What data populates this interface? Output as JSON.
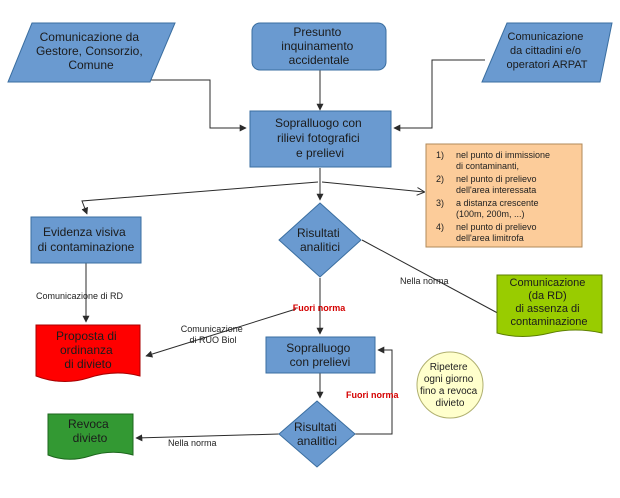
{
  "nodes": {
    "source_manager": [
      "Comunicazione da",
      "Gestore, Consorzio,",
      "Comune"
    ],
    "presumed_pollution": [
      "Presunto",
      "inquinamento",
      "accidentale"
    ],
    "source_citizens": [
      "Comunicazione",
      "da cittadini e/o",
      "operatori ARPAT"
    ],
    "inspection_1": [
      "Sopralluogo con",
      "rilievi fotografici",
      "e prelievi"
    ],
    "sampling_notes": [
      [
        "1)",
        "nel punto di immissione",
        "di contaminanti,"
      ],
      [
        "2)",
        "nel punto di prelievo",
        "dell'area interessata"
      ],
      [
        "3)",
        "a distanza crescente",
        "(100m, 200m, ...)"
      ],
      [
        "4)",
        "nel punto di prelievo",
        "dell'area limitrofa"
      ]
    ],
    "visible_evidence": [
      "Evidenza visiva",
      "di contaminazione"
    ],
    "analysis_1": [
      "Risultati",
      "analitici"
    ],
    "no_rd_communication": [
      "Comunicazione",
      "(da RD)",
      "di assenza di",
      "contaminazione"
    ],
    "ban_proposal": [
      "Proposta di",
      "ordinanza",
      "di divieto"
    ],
    "inspection_2": [
      "Sopralluogo",
      "con prelievi"
    ],
    "repeat_note": [
      "Ripetere",
      "ogni giorno",
      "fino a revoca",
      "divieto"
    ],
    "analysis_2": [
      "Risultati",
      "analitici"
    ],
    "ban_revocation": [
      "Revoca",
      "divieto"
    ]
  },
  "edge_labels": {
    "rd_communication": "Comunicazione di RD",
    "within_norm_1": "Nella norma",
    "out_of_norm_1": "Fuori norma",
    "ruo_communication": [
      "Comunicazione",
      "di RUO Biol"
    ],
    "out_of_norm_2": "Fuori norma",
    "within_norm_2": "Nella norma"
  },
  "colors": {
    "blue_shape": "#6a9ad0",
    "note_orange": "#fccc9a",
    "note_yellow": "#ffffcc",
    "doc_green_light": "#99cc00",
    "doc_red": "#ff0000",
    "doc_green_dark": "#339933",
    "fuori_norma_text": "#d40000"
  }
}
